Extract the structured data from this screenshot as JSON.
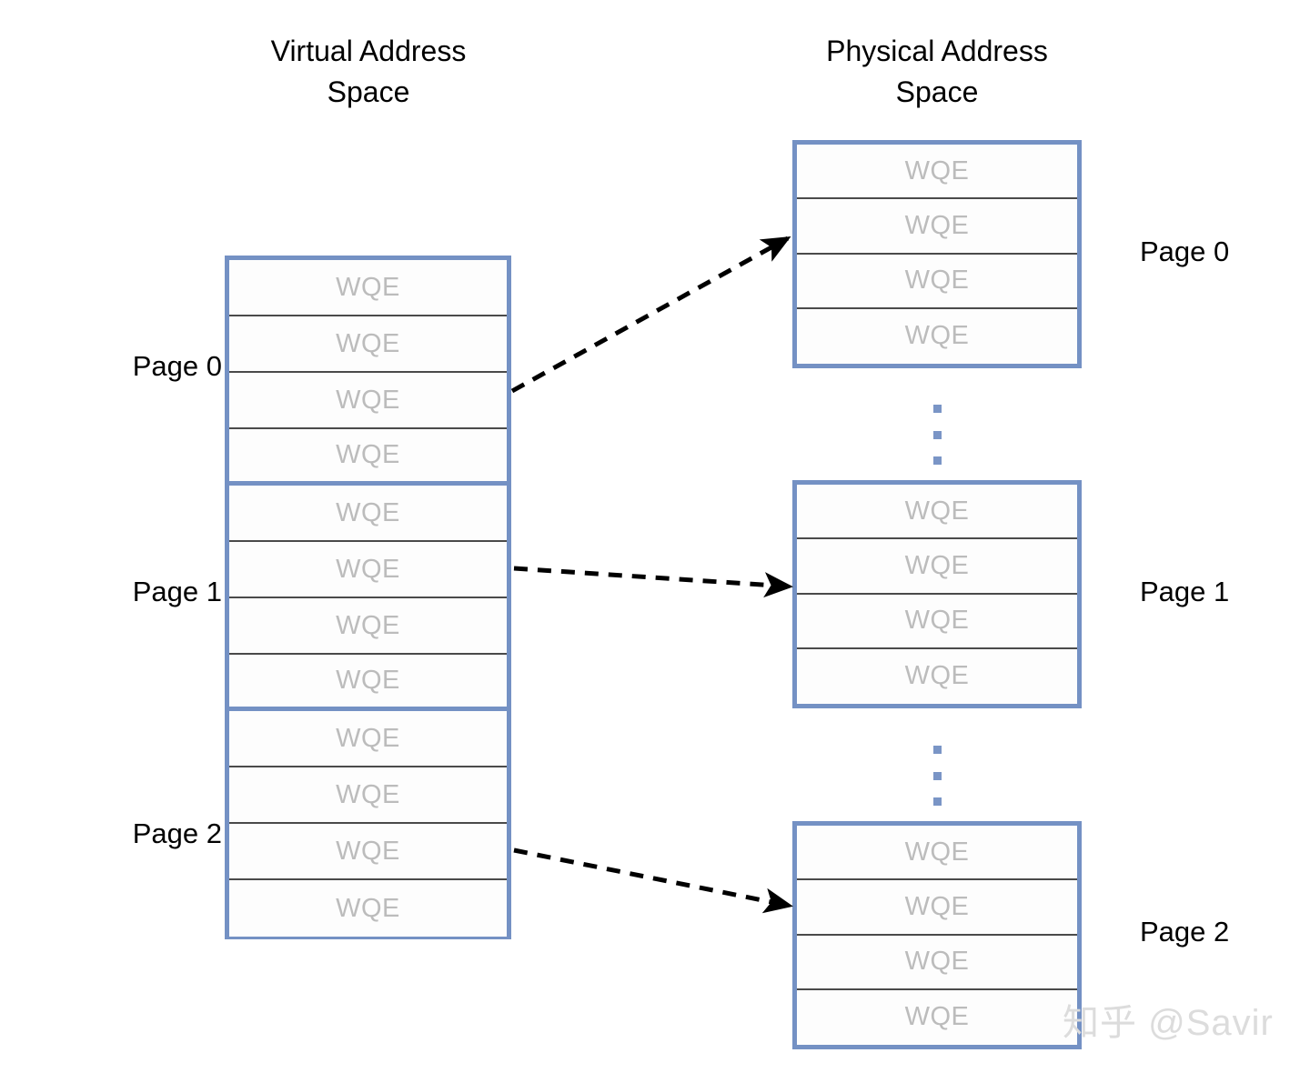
{
  "diagram": {
    "kind": "virtual-to-physical-address-mapping",
    "entry_label": "WQE",
    "colors": {
      "page_border_blue": "#7491c4",
      "row_divider_gray": "#4a4a4a",
      "entry_text_gray": "#bcbcbc",
      "label_black": "#000000",
      "ellipsis_blue": "#7a95c6",
      "watermark_gray": "#dcdcdc",
      "background": "#ffffff"
    }
  },
  "virtual": {
    "title": "Virtual Address\nSpace",
    "pages": [
      {
        "label": "Page 0",
        "entries": [
          "WQE",
          "WQE",
          "WQE",
          "WQE"
        ]
      },
      {
        "label": "Page 1",
        "entries": [
          "WQE",
          "WQE",
          "WQE",
          "WQE"
        ]
      },
      {
        "label": "Page 2",
        "entries": [
          "WQE",
          "WQE",
          "WQE",
          "WQE"
        ]
      }
    ]
  },
  "physical": {
    "title": "Physical Address\nSpace",
    "pages": [
      {
        "label": "Page 0",
        "entries": [
          "WQE",
          "WQE",
          "WQE",
          "WQE"
        ]
      },
      {
        "label": "Page 1",
        "entries": [
          "WQE",
          "WQE",
          "WQE",
          "WQE"
        ]
      },
      {
        "label": "Page 2",
        "entries": [
          "WQE",
          "WQE",
          "WQE",
          "WQE"
        ]
      }
    ],
    "gaps": [
      {
        "symbol": "⋮",
        "after_page": "Page 0"
      },
      {
        "symbol": "⋮",
        "after_page": "Page 1"
      }
    ]
  },
  "mappings": [
    {
      "from": "virtual Page 0",
      "to": "physical Page 0",
      "style": "dashed-arrow"
    },
    {
      "from": "virtual Page 1",
      "to": "physical Page 1",
      "style": "dashed-arrow"
    },
    {
      "from": "virtual Page 2",
      "to": "physical Page 2",
      "style": "dashed-arrow"
    }
  ],
  "watermark": {
    "text": "知乎 @Savir"
  }
}
